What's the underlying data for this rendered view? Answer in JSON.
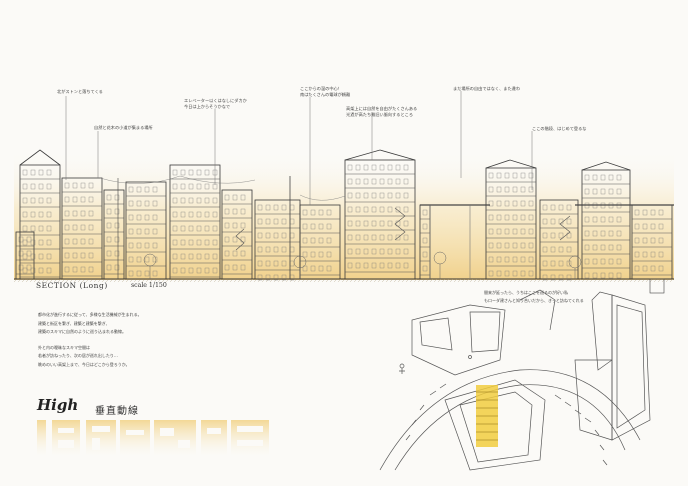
{
  "annotations": [
    {
      "id": "a1",
      "text": "北がストンと落ちてくる"
    },
    {
      "id": "a2",
      "text": "自然と花木の小道が集まる場所"
    },
    {
      "id": "a3",
      "text": "エレベーター以くはなしにダカか"
    },
    {
      "id": "a4",
      "text": "今日は上からそうかなで"
    },
    {
      "id": "a5",
      "text": "ここからの温の中心！"
    },
    {
      "id": "a6",
      "text": "南はたくさんの電球が頼離"
    },
    {
      "id": "a7",
      "text": "高架上には自然を自由がたくさんある"
    },
    {
      "id": "a8",
      "text": "光過が高たち難旧い脈向するところ"
    },
    {
      "id": "a9",
      "text": "まだ場所の自由ではなく、また違わ"
    },
    {
      "id": "a10",
      "text": "ここの階段、はじめて登るな"
    }
  ],
  "section": {
    "label": "SECTION (Long)",
    "scale": "scale 1/150"
  },
  "description": [
    "都市化が進行するに従って、多様な生活機械が生まれる。",
    "建築と街区を繋ぎ、建築と建築を繋ぎ、",
    "建築のスキマに自然のように巡り込まれる動線。",
    "外と内の曖昧なスキマ空間は",
    "若者が訪ねったり、次の居が巡れ出したり…",
    "眺めのいい高架上まで、今日はどこから登ろうか。"
  ],
  "right_note": [
    "間来が延ったら、うちはここを巡るのが好い私",
    "もローダ建さんと知り合いだから、きっと訪ねてくれる"
  ],
  "title": {
    "main": "High",
    "sub": "垂直動線"
  },
  "colors": {
    "wash": "#f2d89a",
    "highlight": "#f1cc3f",
    "ink": "#3a3a3a"
  }
}
